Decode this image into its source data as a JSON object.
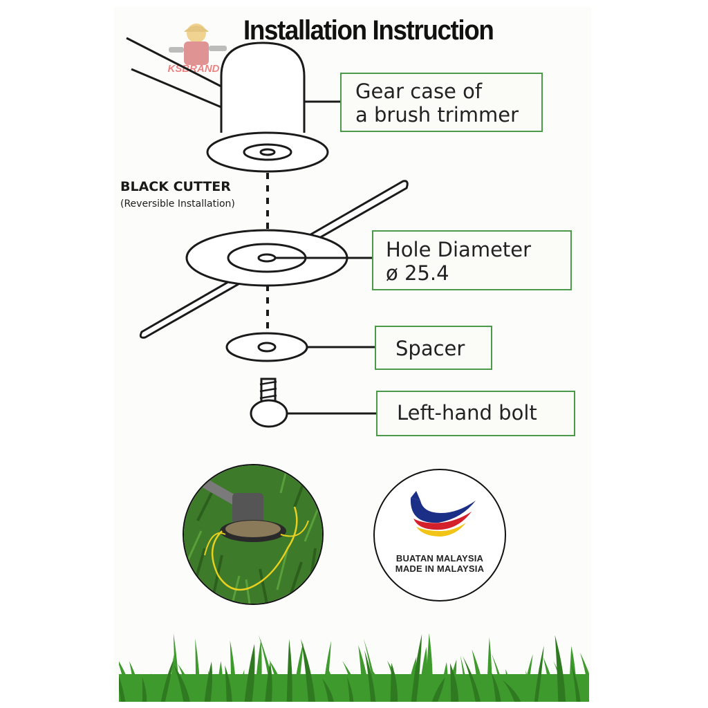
{
  "title": "Installation Instruction",
  "watermark": {
    "text": "KSBRAND"
  },
  "cutter": {
    "title": "BLACK CUTTER",
    "subtitle": "(Reversible Installation)"
  },
  "labels": {
    "gear_case": [
      "Gear case of",
      "a brush trimmer"
    ],
    "hole_diameter": [
      "Hole Diameter",
      "ø 25.4"
    ],
    "spacer": "Spacer",
    "bolt": "Left-hand bolt"
  },
  "badge": {
    "line1": "BUATAN MALAYSIA",
    "line2": "MADE IN MALAYSIA"
  },
  "colors": {
    "box_border": "#4a9a4a",
    "line": "#1a1a1a",
    "grass": "#3f9a2e",
    "badge_blue": "#1c2f86",
    "badge_red": "#d4202a",
    "badge_yellow": "#f2c418"
  }
}
